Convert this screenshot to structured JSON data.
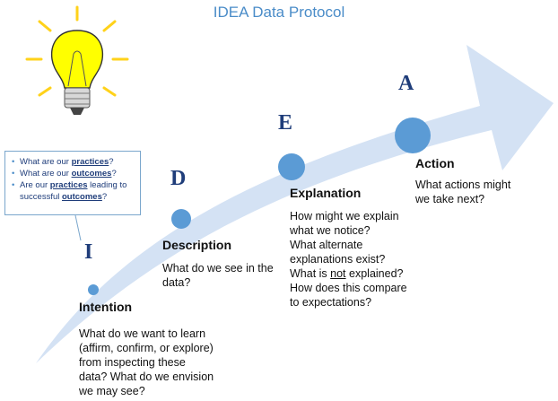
{
  "title": "IDEA Data Protocol",
  "colors": {
    "arrow": "#d4e2f4",
    "circle": "#5b9bd5",
    "letter": "#1f3d7a",
    "title": "#4a8cc8",
    "bulb": "#ffff00"
  },
  "icons": {
    "bulb": "light-bulb-icon"
  },
  "question_box": {
    "items": [
      {
        "pre": "What are our ",
        "em": "practices",
        "post": "?"
      },
      {
        "pre": "What are our ",
        "em": "outcomes",
        "post": "?"
      },
      {
        "pre": "Are our ",
        "em": "practices",
        "post": " leading to successful ",
        "em2": "outcomes",
        "post2": "?"
      }
    ]
  },
  "stages": [
    {
      "letter": "I",
      "title": "Intention",
      "text": "What do we want to learn (affirm, confirm, or explore) from inspecting these data? What do we envision we may see?"
    },
    {
      "letter": "D",
      "title": "Description",
      "text": "What do we see in the data?"
    },
    {
      "letter": "E",
      "title": "Explanation",
      "lines": [
        "How might we explain what we notice?",
        "What alternate explanations exist?",
        "What is ",
        "not",
        " explained?",
        "How does this compare to expectations?"
      ]
    },
    {
      "letter": "A",
      "title": "Action",
      "text": "What actions might we take next?"
    }
  ]
}
